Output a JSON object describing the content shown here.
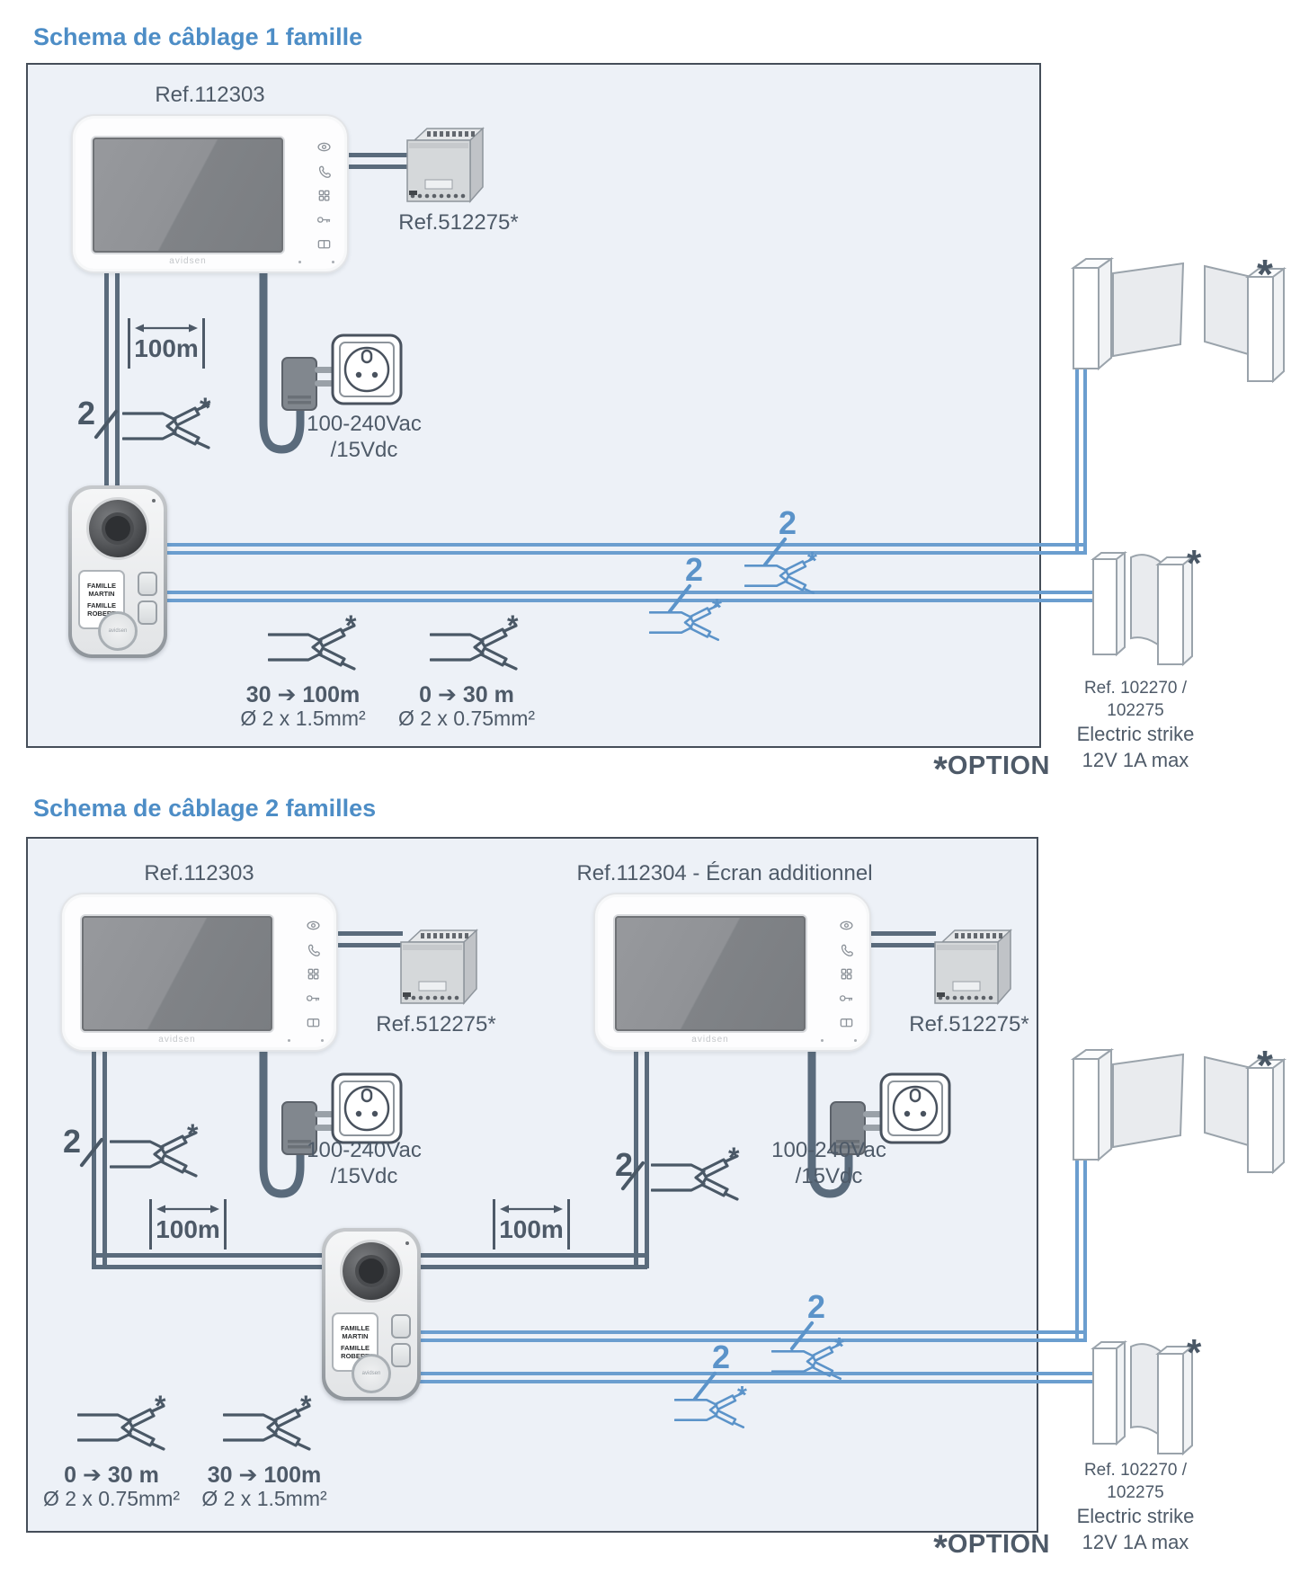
{
  "symbols": {
    "asterisk": "*"
  },
  "footer": {
    "option": "OPTION"
  },
  "shared": {
    "psu_ref": "Ref.512275*",
    "distance": "100m",
    "wire_count": "2",
    "power_line1": "100-240Vac",
    "power_line2": "/15Vdc",
    "strike_ref": "Ref. 102270 / 102275",
    "strike_name": "Electric strike",
    "strike_rating": "12V 1A max",
    "spec_long_range": "30 ➔ 100m",
    "spec_long_gauge": "Ø 2 x 1.5mm²",
    "spec_short_range": "0 ➔ 30 m",
    "spec_short_gauge": "Ø 2 x 0.75mm²",
    "monitor_brand": "avidsen",
    "door_station": {
      "label_line1": "FAMILLE",
      "label_line2": "MARTIN",
      "label_line3": "FAMILLE",
      "label_line4": "ROBERT",
      "brand": "avidsen"
    }
  },
  "diagram1": {
    "title": "Schema de câblage 1 famille",
    "monitor_ref": "Ref.112303"
  },
  "diagram2": {
    "title": "Schema de câblage 2 familles",
    "monitor_a_ref": "Ref.112303",
    "monitor_b_ref": "Ref.112304 - Écran additionnel"
  }
}
